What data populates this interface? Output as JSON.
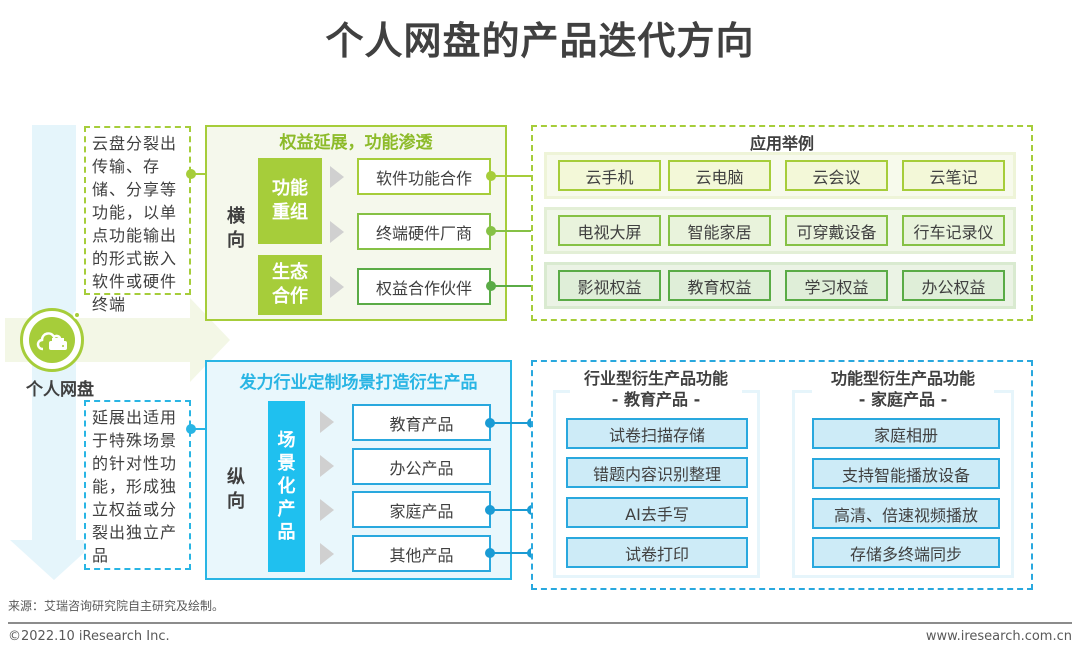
{
  "title": "个人网盘的产品迭代方向",
  "center": {
    "label": "个人网盘",
    "icon": "cloud-drive-icon"
  },
  "horizontal": {
    "note": "云盘分裂出传输、存储、分享等功能，以单点功能输出的形式嵌入软件或硬件终端",
    "panel_title": "权益延展，功能渗透",
    "direction_label": "横向",
    "groups": [
      {
        "label": "功能重组"
      },
      {
        "label": "生态合作"
      }
    ],
    "items": [
      "软件功能合作",
      "终端硬件厂商",
      "权益合作伙伴"
    ],
    "examples_title": "应用举例",
    "examples": [
      [
        "云手机",
        "云电脑",
        "云会议",
        "云笔记"
      ],
      [
        "电视大屏",
        "智能家居",
        "可穿戴设备",
        "行车记录仪"
      ],
      [
        "影视权益",
        "教育权益",
        "学习权益",
        "办公权益"
      ]
    ]
  },
  "vertical": {
    "note": "延展出适用于特殊场景的针对性功能，形成独立权益或分裂出独立产品",
    "panel_title": "发力行业定制场景打造衍生产品",
    "direction_label": "纵向",
    "block_label": "场景化产品",
    "items": [
      "教育产品",
      "办公产品",
      "家庭产品",
      "其他产品"
    ],
    "functions": [
      {
        "title": "行业型衍生产品功能",
        "subtitle": "- 教育产品 -",
        "items": [
          "试卷扫描存储",
          "错题内容识别整理",
          "AI去手写",
          "试卷打印"
        ]
      },
      {
        "title": "功能型衍生产品功能",
        "subtitle": "- 家庭产品 -",
        "items": [
          "家庭相册",
          "支持智能播放设备",
          "高清、倍速视频播放",
          "存储多终端同步"
        ]
      }
    ]
  },
  "colors": {
    "green": "#a6cd3a",
    "green_mid": "#86c145",
    "green_dark": "#5aab46",
    "blue": "#29b5e4",
    "blue_block": "#1fc0ef"
  },
  "footer": {
    "source": "来源：艾瑞咨询研究院自主研究及绘制。",
    "copyright": "©2022.10 iResearch Inc.",
    "website": "www.iresearch.com.cn"
  }
}
